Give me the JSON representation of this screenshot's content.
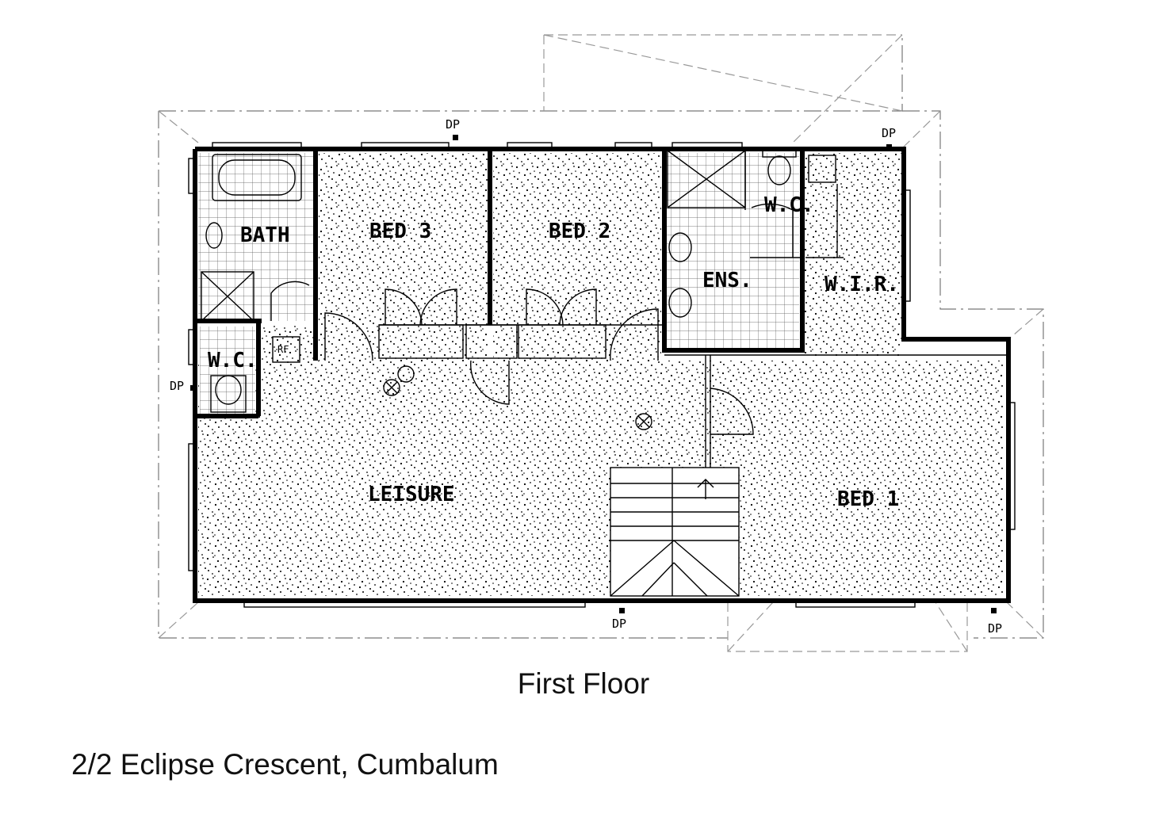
{
  "rooms": {
    "bath": "BATH",
    "bed3": "BED 3",
    "bed2": "BED 2",
    "wc_top": "W.C.",
    "ens": "ENS.",
    "wir": "W.I.R.",
    "wc_left": "W.C.",
    "leisure": "LEISURE",
    "bed1": "BED 1",
    "rf": "RF"
  },
  "downpipe_label": "DP",
  "floor_title": "First Floor",
  "address": "2/2 Eclipse Crescent, Cumbalum"
}
